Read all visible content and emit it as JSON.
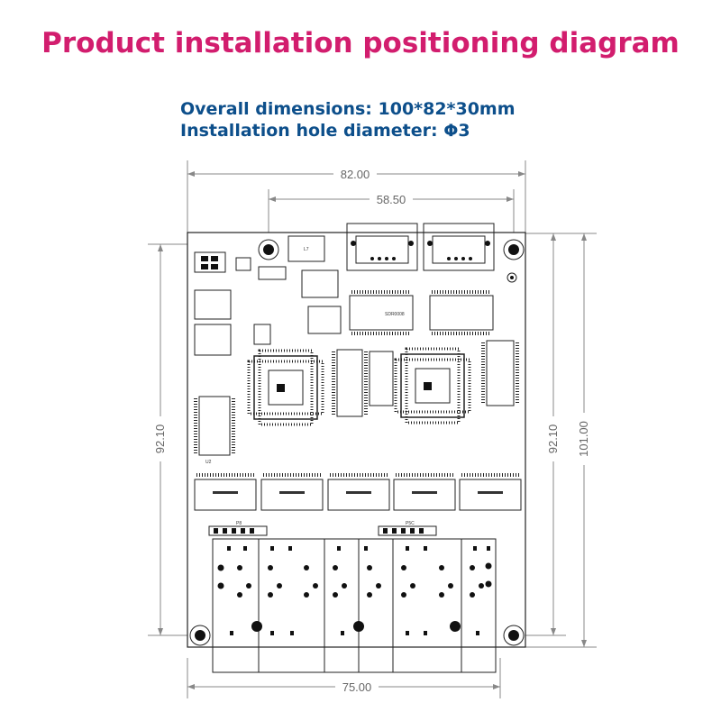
{
  "title": "Product installation positioning diagram",
  "specs": {
    "overall": "Overall dimensions: 100*82*30mm",
    "hole": "Installation hole diameter: Φ3"
  },
  "dimensions": {
    "width_top": "82.00",
    "inner_top": "58.50",
    "height_left": "92.10",
    "height_right_inner": "92.10",
    "height_right_outer": "101.00",
    "width_bottom": "75.00"
  },
  "colors": {
    "title": "#d21d6e",
    "specs": "#0d4f8b",
    "line": "#222222",
    "dim_line": "#888888"
  },
  "board_labels": {
    "chip_top": "SDR0008",
    "l_ref": "L7",
    "pin_a": "P8",
    "pin_b": "P5C",
    "u_ref": "U2"
  }
}
